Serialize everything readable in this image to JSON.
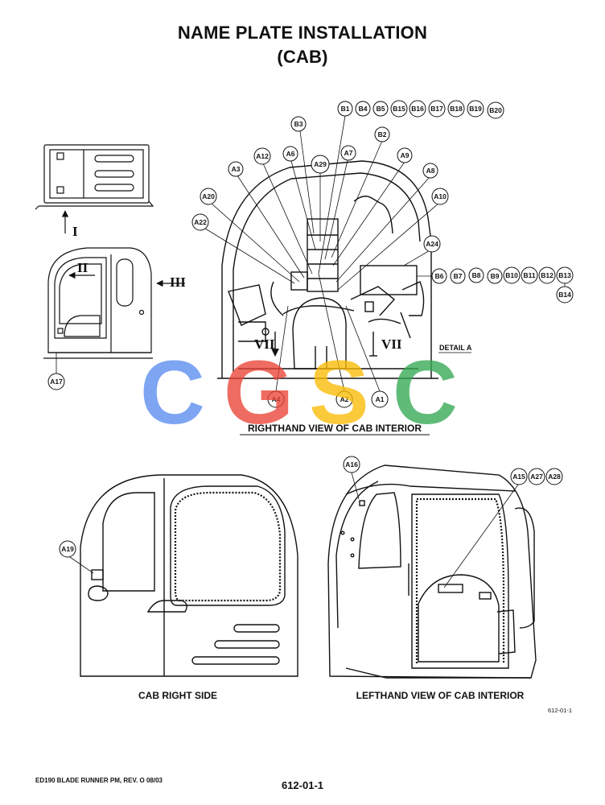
{
  "title_line1": "NAME PLATE INSTALLATION",
  "title_line2": "(CAB)",
  "views": {
    "righthand": "RIGHTHAND VIEW OF CAB INTERIOR",
    "cab_right_side": "CAB RIGHT SIDE",
    "lefthand": "LEFTHAND VIEW OF CAB INTERIOR",
    "detail": "DETAIL A"
  },
  "arrows": {
    "i": "I",
    "ii": "II",
    "iii": "III",
    "vii": "VII"
  },
  "callouts": {
    "top_row": [
      "B1",
      "B4",
      "B5",
      "B15",
      "B16",
      "B17",
      "B18",
      "B19",
      "B20"
    ],
    "right_row": [
      "B6",
      "B7",
      "B8",
      "B9",
      "B10",
      "B11",
      "B12",
      "B13"
    ],
    "b14": "B14",
    "b3": "B3",
    "b2": "B2",
    "a29": "A29",
    "a7": "A7",
    "a6": "A6",
    "a12": "A12",
    "a3": "A3",
    "a9": "A9",
    "a8": "A8",
    "a10": "A10",
    "a20": "A20",
    "a22": "A22",
    "a24": "A24",
    "a17": "A17",
    "a4": "A4",
    "a2": "A2",
    "a1": "A1",
    "a16": "A16",
    "a15": "A15",
    "a27": "A27",
    "a28": "A28",
    "a19": "A19"
  },
  "watermark": [
    "C",
    "G",
    "S",
    "C"
  ],
  "watermark_colors": [
    "#5b8def",
    "#ea4335",
    "#fbbc05",
    "#34a853"
  ],
  "figure_ref": "612-01-1",
  "footer_left": "ED190 BLADE RUNNER PM, REV. O 08/03",
  "footer_center": "612-01-1"
}
